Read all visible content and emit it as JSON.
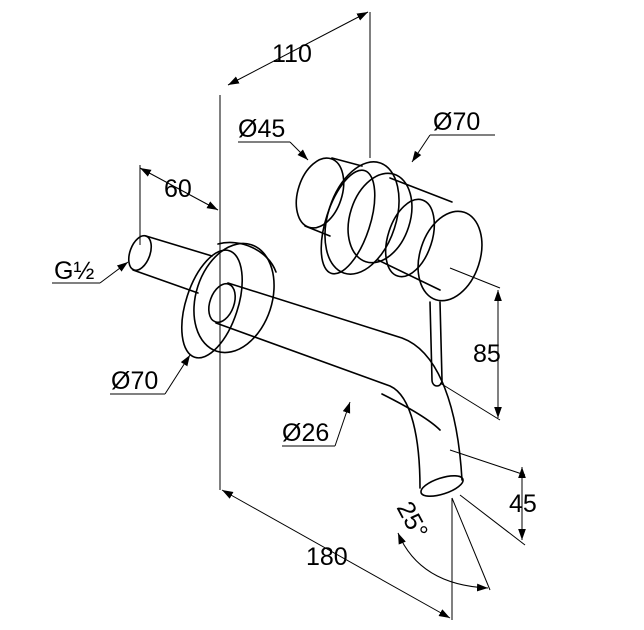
{
  "dimensions": {
    "width_mixer_depth": "110",
    "diameter_rosette_small": "Ø45",
    "diameter_rosette_large": "Ø70",
    "width_spout_rosette": "60",
    "thread": "G½",
    "diameter_spout_rosette": "Ø70",
    "height_lever": "85",
    "diameter_spout": "Ø26",
    "height_spout_tip": "45",
    "spout_angle": "25°",
    "length_spout": "180"
  }
}
